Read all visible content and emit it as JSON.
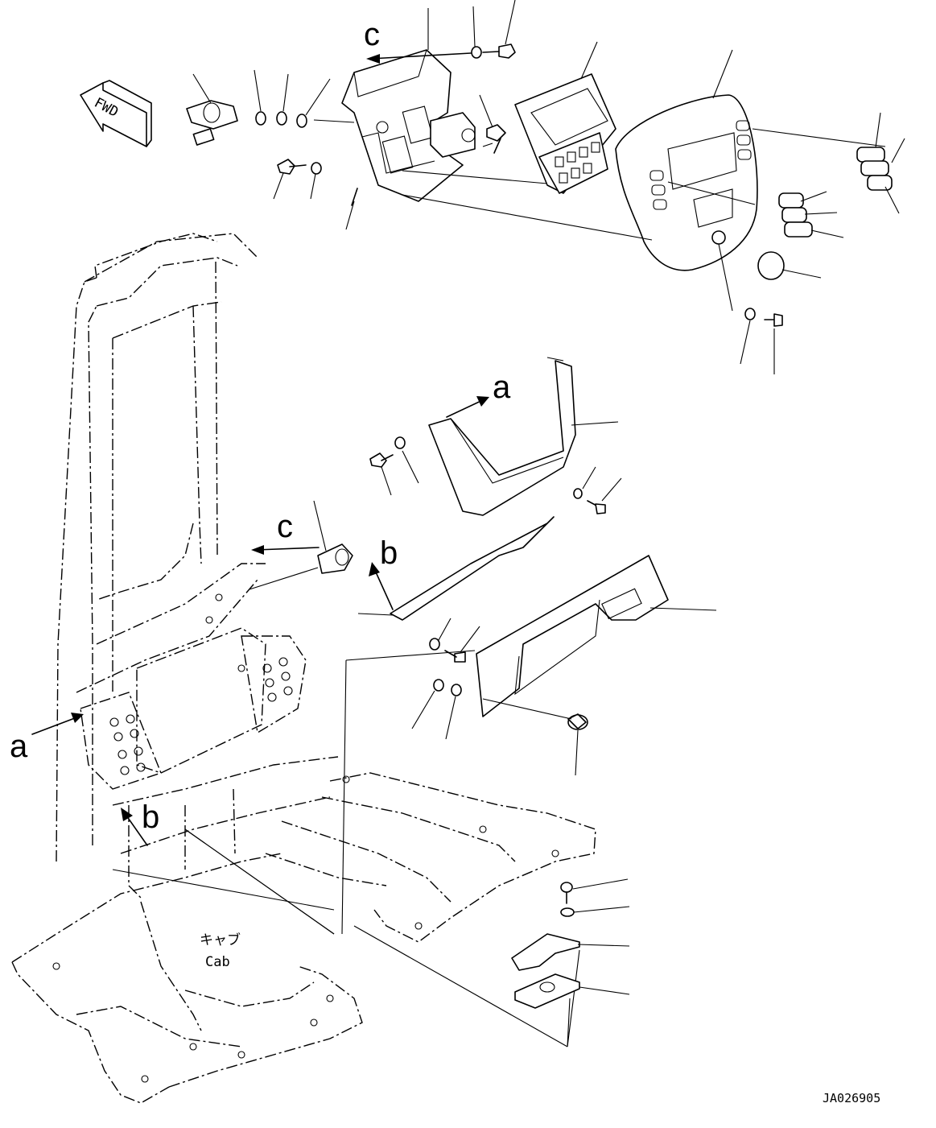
{
  "labels": {
    "fwd": "FWD",
    "a": "a",
    "b": "b",
    "c": "c",
    "cab_jp": "キャブ",
    "cab_en": "Cab",
    "drawing_code": "JA026905"
  }
}
